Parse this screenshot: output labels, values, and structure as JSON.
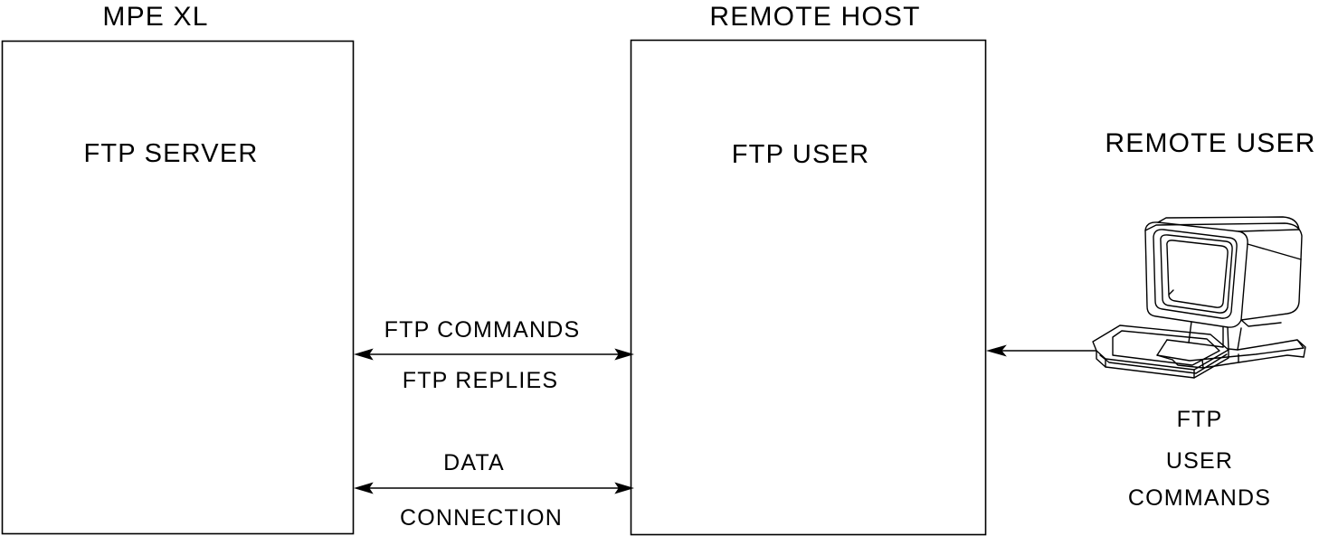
{
  "diagram": {
    "title_mpe": "MPE XL",
    "title_remote_host": "REMOTE HOST",
    "title_remote_user": "REMOTE USER",
    "boxes": [
      {
        "id": "ftp-server",
        "label": "FTP SERVER"
      },
      {
        "id": "ftp-user",
        "label": "FTP USER"
      }
    ],
    "connections": [
      {
        "id": "control-connection",
        "above_label": "FTP COMMANDS",
        "below_label": "FTP REPLIES",
        "direction": "bidirectional"
      },
      {
        "id": "data-connection",
        "above_label": "DATA",
        "below_label": "CONNECTION",
        "direction": "bidirectional"
      },
      {
        "id": "user-input",
        "direction": "left"
      }
    ],
    "terminal_caption": {
      "line1": "FTP",
      "line2": "USER",
      "line3": "COMMANDS"
    },
    "icons": {
      "terminal": "crt-terminal-icon"
    },
    "colors": {
      "stroke": "#000000",
      "background": "#ffffff"
    }
  }
}
